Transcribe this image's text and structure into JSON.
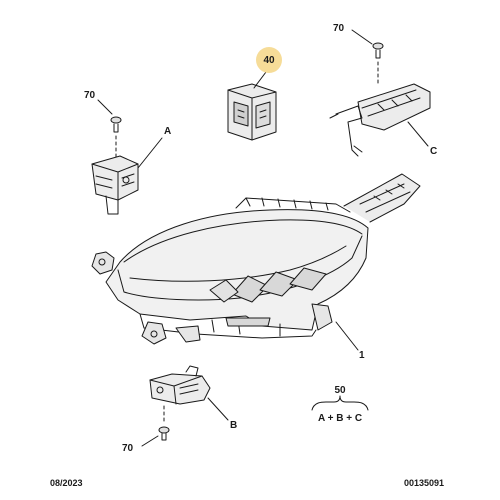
{
  "callouts": {
    "screw_top_right": "70",
    "screw_left": "70",
    "screw_bottom": "70",
    "module": "40",
    "bracket_a": "A",
    "bracket_b": "B",
    "bracket_c": "C",
    "headlamp": "1"
  },
  "kit": {
    "number": "50",
    "formula": "A + B + C"
  },
  "footer": {
    "date": "08/2023",
    "reference": "00135091"
  },
  "colors": {
    "ink": "#1a1a1a",
    "part_fill": "#eeeeee",
    "part_shade": "#d6d6d6",
    "highlight_badge": "#f6dc98"
  }
}
